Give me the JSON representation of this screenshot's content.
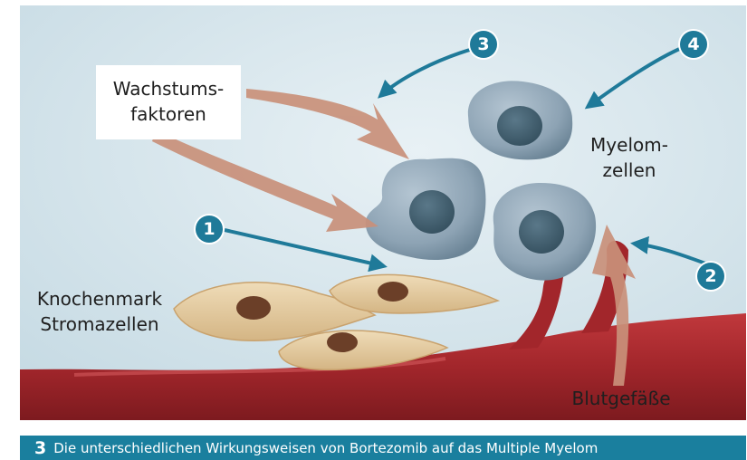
{
  "labels": {
    "growth_line1": "Wachstums-",
    "growth_line2": "faktoren",
    "myelom_line1": "Myelom-",
    "myelom_line2": "zellen",
    "stroma_line1": "Knochenmark",
    "stroma_line2": "Stromazellen",
    "vessels": "Blutgefäße"
  },
  "markers": [
    "1",
    "2",
    "3",
    "4"
  ],
  "caption": {
    "number": "3",
    "text": "Die unterschiedlichen Wirkungsweisen von Bortezomib auf das Multiple Myelom"
  },
  "colors": {
    "background": "#dbe8ee",
    "marker": "#1f7a99",
    "caption_bar": "#1a7f9e",
    "growth_arrow": "#c9907a",
    "blood_vessel": "#a2262b",
    "myeloma_cell": "#8da3b4",
    "stroma_cell": "#e2c79b"
  }
}
